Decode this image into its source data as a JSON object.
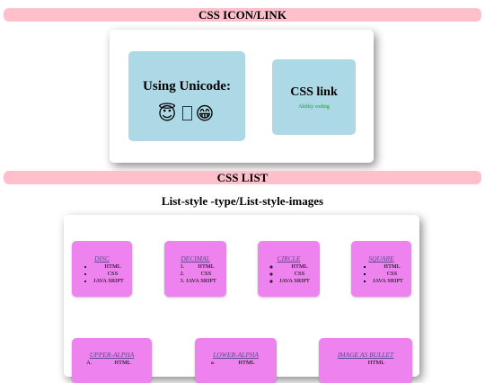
{
  "sections": {
    "icon_link_title": "CSS ICON/LINK",
    "list_title": "CSS LIST",
    "list_subtitle": "List-style -type/List-style-images"
  },
  "unicode_box": {
    "heading": "Using Unicode:",
    "emojis": [
      "😇",
      "😁"
    ]
  },
  "link_box": {
    "heading": "CSS link",
    "link_text": "Ability coding"
  },
  "list_boxes": {
    "disc": {
      "title": "DISC",
      "items": [
        "HTML",
        "CSS",
        "JAVA SRIPT"
      ]
    },
    "decimal": {
      "title": "DECIMAL",
      "items": [
        "HTML",
        "CSS",
        "JAVA SRIPT"
      ]
    },
    "circle": {
      "title": "CIRCLE",
      "items": [
        "HTML",
        "CSS",
        "JAVA SRIPT"
      ]
    },
    "square": {
      "title": "SQUARE",
      "items": [
        "HTML",
        "CSS",
        "JAVA SRIPT"
      ]
    },
    "upper_alpha": {
      "title": "UPPER-ALPHA",
      "items": [
        "HTML"
      ]
    },
    "lower_alpha": {
      "title": "LOWER-ALPHA",
      "items": [
        "HTML"
      ]
    },
    "image_bullet": {
      "title": "IMAGE AS BULLET",
      "items": [
        "HTML"
      ]
    }
  },
  "colors": {
    "section_bar": "#ffc0cb",
    "blue_box": "#add8e6",
    "pink_box": "#ee82ee",
    "link": "#1a9b32"
  }
}
